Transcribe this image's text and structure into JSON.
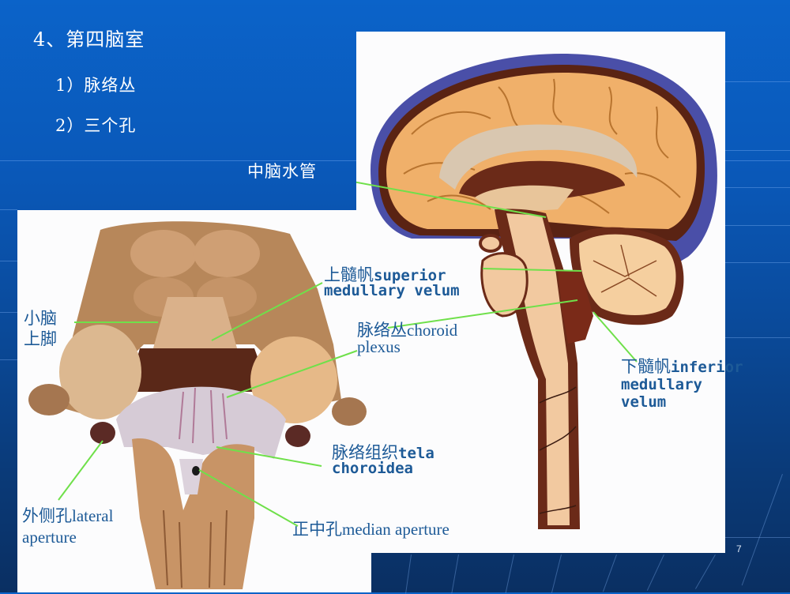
{
  "slide": {
    "title": "4、第四脑室",
    "bullets": [
      "1）脉络丛",
      "2）三个孔"
    ],
    "page_number": "7"
  },
  "labels": {
    "cerebral_aqueduct": "中脑水管",
    "superior_medullary_velum": {
      "zh": "上髓帆",
      "en_line1": "superior",
      "en_line2": "medullary velum"
    },
    "choroid_plexus": {
      "zh": "脉络丛",
      "en_line1": "choroid",
      "en_line2": "plexus"
    },
    "superior_cerebellar_peduncle": {
      "line1": "小脑",
      "line2": "上脚"
    },
    "inferior_medullary_velum": {
      "zh": "下髓帆",
      "en_line1": "inferior",
      "en_line2": "medullary",
      "en_line3": "velum"
    },
    "tela_choroidea": {
      "zh": "脉络组织",
      "en_line1": "tela",
      "en_line2": "choroidea"
    },
    "lateral_aperture": {
      "zh": "外侧孔",
      "en_line1": "lateral",
      "en_line2": "aperture"
    },
    "median_aperture": {
      "zh": "正中孔",
      "en": "median aperture"
    }
  },
  "colors": {
    "background_top": "#0b63c9",
    "background_bottom": "#0a2f62",
    "label_text": "#1d5a97",
    "leader_line": "#6fe04a",
    "brain_tissue": "#f0b06a",
    "dura_blue": "#4a4fa8",
    "brainstem": "#f2c9a0"
  }
}
